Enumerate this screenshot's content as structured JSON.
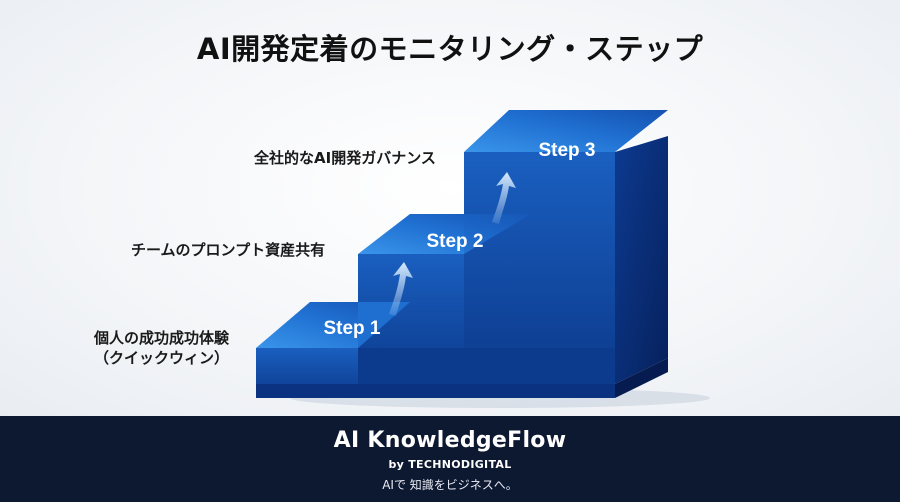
{
  "title": "AI開発定着のモニタリング・ステップ",
  "steps": [
    {
      "label": "Step 1",
      "caption_lines": [
        "個人の成功成功体験",
        "（クイックウィン）"
      ]
    },
    {
      "label": "Step 2",
      "caption_lines": [
        "チームのプロンプト資産共有"
      ]
    },
    {
      "label": "Step 3",
      "caption_lines": [
        "全社的なAI開発ガバナンス"
      ]
    }
  ],
  "footer": {
    "brand": "AI KnowledgeFlow",
    "byline": "by TECHNODIGITAL",
    "tagline": "AIで 知識をビジネスへ。"
  },
  "colors": {
    "step_top_light": "#2a86e0",
    "step_top_dark": "#1457b8",
    "step_front": "#0e3f94",
    "step_side": "#08286a",
    "footer_bg": "#0d1831"
  }
}
